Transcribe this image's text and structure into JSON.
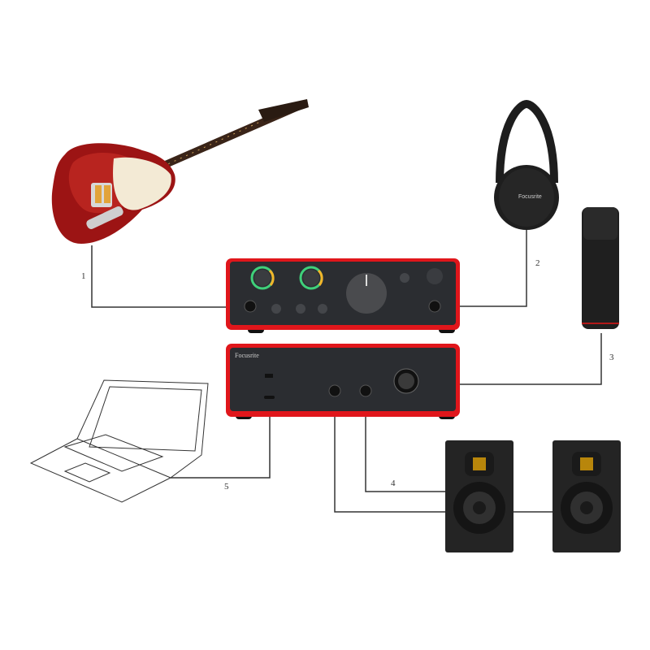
{
  "diagram": {
    "cable_labels": {
      "guitar": "1",
      "headphones": "2",
      "microphone": "3",
      "computer": "5",
      "speakers": "4"
    },
    "interface_brand": "Focusrite",
    "headphone_brand": "Focusrite",
    "colors": {
      "interface_red": "#e0161b",
      "panel": "#2b2d31",
      "cable": "#333333",
      "gain_ring_green": "#3fd07a",
      "gain_ring_amber": "#f2b52a"
    }
  }
}
